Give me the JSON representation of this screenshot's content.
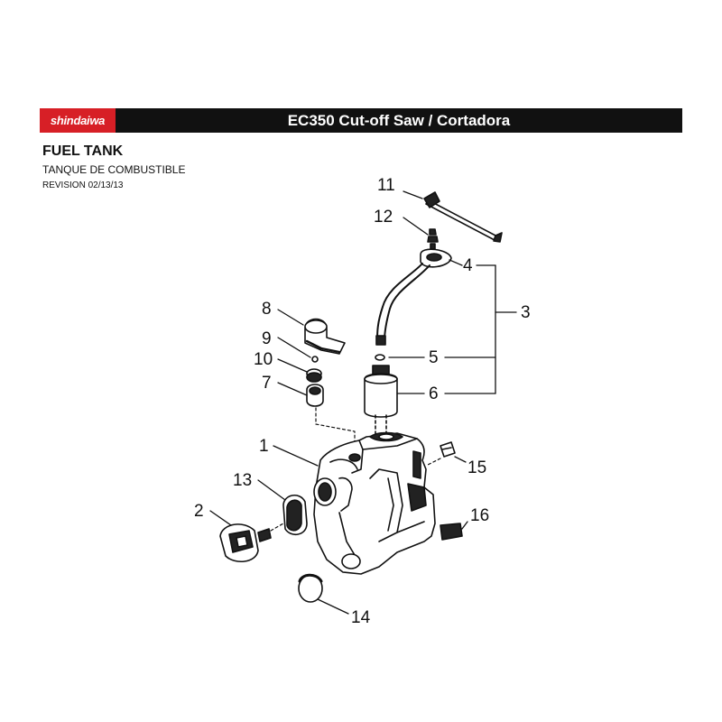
{
  "header": {
    "logo_text": "shindaiwa",
    "title": "EC350 Cut-off Saw / Cortadora",
    "brand_color": "#d71f26",
    "bar_color": "#111111"
  },
  "page": {
    "title": "FUEL TANK",
    "subtitle": "TANQUE DE COMBUSTIBLE",
    "revision": "REVISION 02/13/13"
  },
  "diagram": {
    "callouts": [
      {
        "id": "c1",
        "label": "1"
      },
      {
        "id": "c2",
        "label": "2"
      },
      {
        "id": "c3",
        "label": "3"
      },
      {
        "id": "c4",
        "label": "4"
      },
      {
        "id": "c5",
        "label": "5"
      },
      {
        "id": "c6",
        "label": "6"
      },
      {
        "id": "c7",
        "label": "7"
      },
      {
        "id": "c8",
        "label": "8"
      },
      {
        "id": "c9",
        "label": "9"
      },
      {
        "id": "c10",
        "label": "10"
      },
      {
        "id": "c11",
        "label": "11"
      },
      {
        "id": "c12",
        "label": "12"
      },
      {
        "id": "c13",
        "label": "13"
      },
      {
        "id": "c14",
        "label": "14"
      },
      {
        "id": "c15",
        "label": "15"
      },
      {
        "id": "c16",
        "label": "16"
      }
    ]
  }
}
